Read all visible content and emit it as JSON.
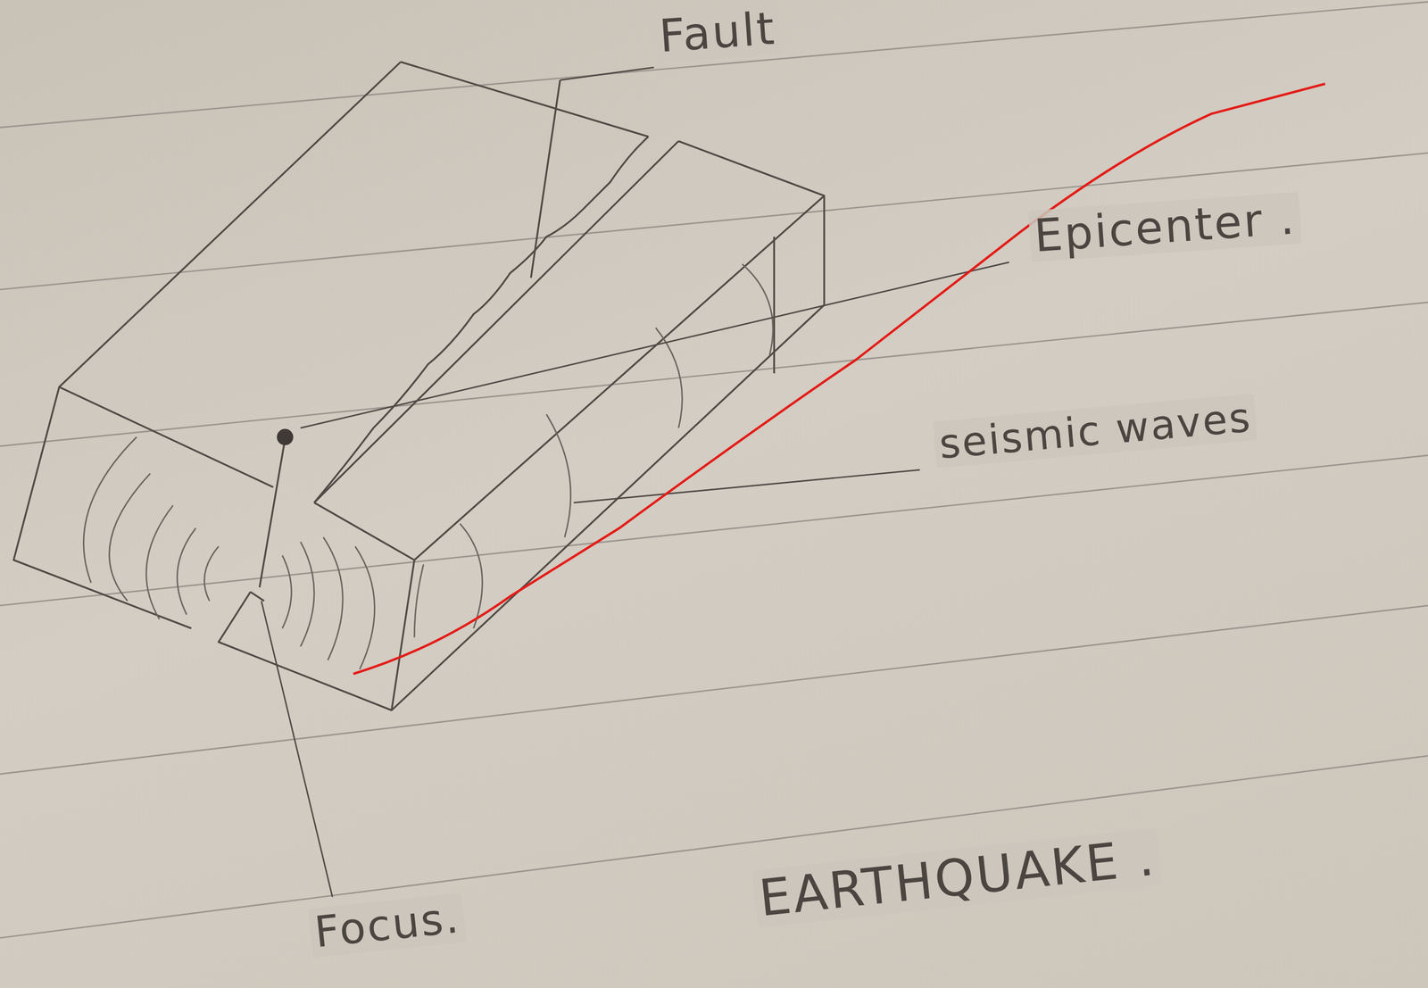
{
  "diagram": {
    "caption": "EARTHQUAKE .",
    "labels": [
      "Fault",
      "Epicenter .",
      "seismic waves",
      "Focus."
    ]
  }
}
